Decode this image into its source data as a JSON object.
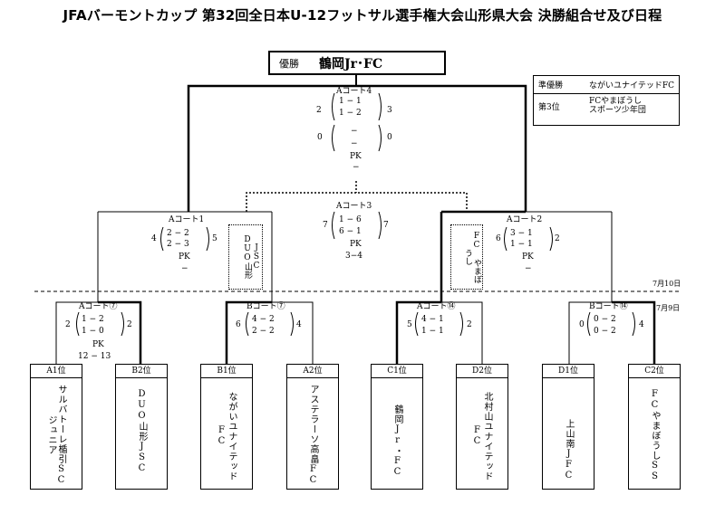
{
  "title": "JFAバーモントカップ 第32回全日本U-12フットサル選手権大会山形県大会 決勝組合せ及び日程",
  "champion": {
    "label": "優勝",
    "team": "鶴岡Jr･FC"
  },
  "results": [
    {
      "label": "準優勝",
      "team": "ながいユナイテッドFC"
    },
    {
      "label": "第3位",
      "team": "FCやまぼうし\nスポーツ少年団"
    }
  ],
  "dates": {
    "day2": "7月10日",
    "day1": "7月9日"
  },
  "final": {
    "court": "Aコート4",
    "left": "2",
    "right": "3",
    "h1": "1 − 1",
    "h2": "1 − 2",
    "et_left": "0",
    "et_right": "0",
    "et1": "−",
    "et2": "−",
    "pk": "PK",
    "pk_score": "−"
  },
  "third_place": {
    "court": "Aコート3",
    "left": "7",
    "right": "7",
    "h1": "1 − 6",
    "h2": "6 − 1",
    "pk": "PK",
    "pk_score": "3−4"
  },
  "semi_left": {
    "court": "Aコート1",
    "left": "4",
    "right": "5",
    "h1": "2 − 2",
    "h2": "2 − 3",
    "pk": "PK",
    "pk_score": "−"
  },
  "semi_right": {
    "court": "Aコート2",
    "left": "6",
    "right": "2",
    "h1": "3 − 1",
    "h2": "1 − 1",
    "pk": "PK",
    "pk_score": "−"
  },
  "losers": {
    "left": "JSC DUO山形",
    "right": "FC やまぼうし"
  },
  "qf": [
    {
      "court": "Aコート⑦",
      "left": "2",
      "right": "2",
      "h1": "1 − 2",
      "h2": "1 − 0",
      "pk": "PK",
      "pk_score": "12 − 13"
    },
    {
      "court": "Bコート⑦",
      "left": "6",
      "right": "4",
      "h1": "4 − 2",
      "h2": "2 − 2"
    },
    {
      "court": "Aコート⑭",
      "left": "5",
      "right": "2",
      "h1": "4 − 1",
      "h2": "1 − 1"
    },
    {
      "court": "Bコート⑭",
      "left": "0",
      "right": "4",
      "h1": "0 − 2",
      "h2": "0 − 2"
    }
  ],
  "teams": [
    {
      "rank": "A1位",
      "name": "サルバトーレ楯引SCジュニア"
    },
    {
      "rank": "B2位",
      "name": "DUO山形JSC"
    },
    {
      "rank": "B1位",
      "name": "ながいユナイテッドFC"
    },
    {
      "rank": "A2位",
      "name": "アステラーソ高畠FC"
    },
    {
      "rank": "C1位",
      "name": "鶴岡Jr・FC"
    },
    {
      "rank": "D2位",
      "name": "北村山ユナイテッドFC"
    },
    {
      "rank": "D1位",
      "name": "上山南JFC"
    },
    {
      "rank": "C2位",
      "name": "FCやまぼうしSS"
    }
  ]
}
